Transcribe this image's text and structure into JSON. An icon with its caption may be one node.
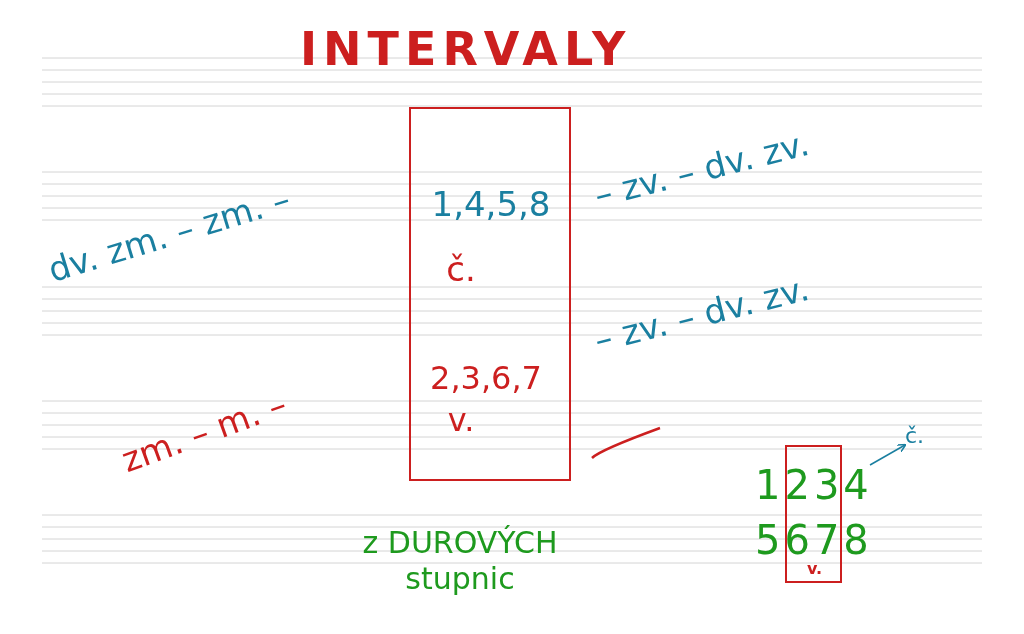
{
  "diagram": {
    "title": "INTERVALY",
    "nodes": [
      {
        "text": [
          "1,4,5,8",
          "č.",
          "2,3,6,7",
          "v."
        ]
      },
      {
        "text": [
          "1234"
        ]
      },
      {
        "text": [
          "5678"
        ]
      },
      {
        "text": [
          "v."
        ]
      },
      {
        "text": [
          "č."
        ]
      }
    ],
    "edges": [
      {
        "from": 1,
        "to": 4,
        "arrow": "to"
      }
    ],
    "labels": [
      "dv. zm. – zm. –",
      "– zv. – dv. zv.",
      "zm. – m. –",
      "– zv. – dv. zv.",
      "z DUROVÝCH stupnic"
    ]
  }
}
